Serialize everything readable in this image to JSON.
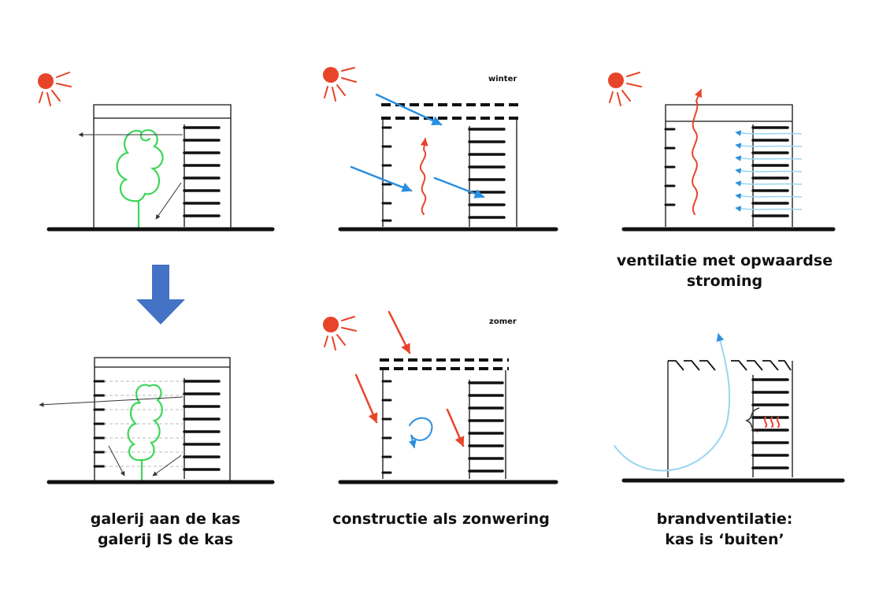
{
  "labels": {
    "winter": "winter",
    "zomer": "zomer"
  },
  "captions": {
    "galerij_line1": "galerij aan de kas",
    "galerij_line2": "galerij IS de kas",
    "constructie": "constructie als zonwering",
    "ventilatie_line1": "ventilatie met opwaardse",
    "ventilatie_line2": "stroming",
    "brand_line1": "brandventilatie:",
    "brand_line2": "kas is ‘buiten’"
  },
  "colors": {
    "ink": "#111111",
    "sun": "#e8442a",
    "plant": "#3ed65a",
    "cold_air": "#2a8fe0",
    "cold_air_light": "#9ad6f0",
    "warm_air": "#e8442a",
    "transition_arrow": "#4472c4"
  }
}
